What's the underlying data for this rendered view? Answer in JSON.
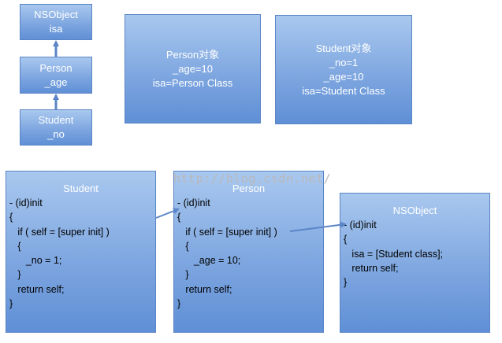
{
  "hierarchy": {
    "nsobject": {
      "line1": "NSObject",
      "line2": "isa"
    },
    "person": {
      "line1": "Person",
      "line2": "_age"
    },
    "student": {
      "line1": "Student",
      "line2": "_no"
    }
  },
  "objects": {
    "person_object": {
      "line1": "Person对象",
      "line2": "_age=10",
      "line3": "isa=Person Class"
    },
    "student_object": {
      "line1": "Student对象",
      "line2": "_no=1",
      "line3": "_age=10",
      "line4": "isa=Student Class"
    }
  },
  "code_boxes": {
    "student": {
      "title": "Student",
      "code": "- (id)init\n{\n   if ( self = [super init] )\n   {\n      _no = 1;\n   }\n   return self;\n}"
    },
    "person": {
      "title": "Person",
      "code": "- (id)init\n{\n   if ( self = [super init] )\n   {\n      _age = 10;\n   }\n   return self;\n}"
    },
    "nsobject": {
      "title": "NSObject",
      "code": "- (id)init\n{\n   isa = [Student class];\n   return self;\n}"
    }
  },
  "watermark": "http://blog.csdn.net/",
  "colors": {
    "box_fill_top": "#a9c8ef",
    "box_fill_bottom": "#5f8fd6",
    "box_border": "#5b85c6",
    "arrow": "#5b85c6"
  }
}
